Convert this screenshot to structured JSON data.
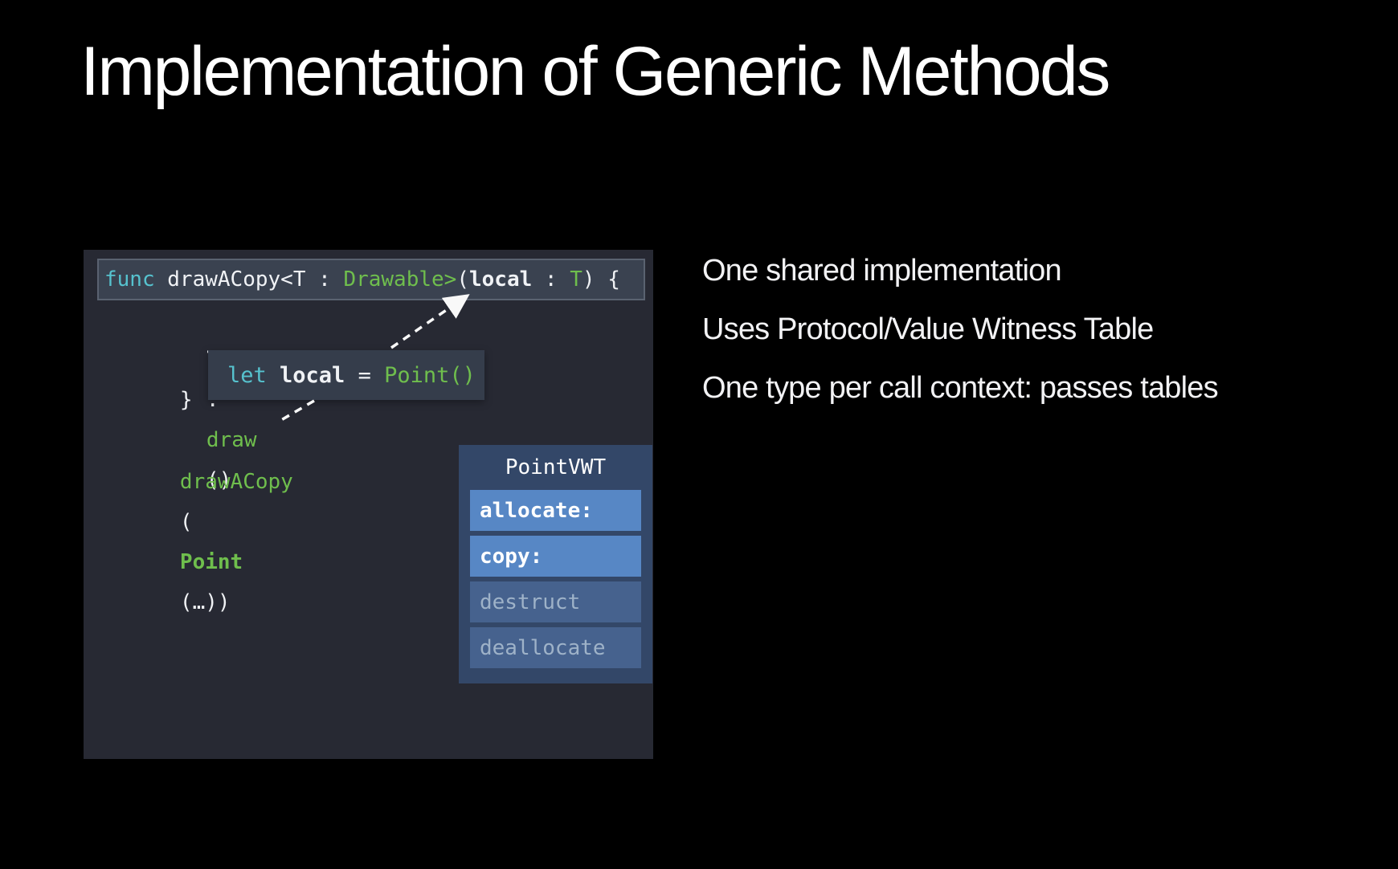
{
  "slide": {
    "title": "Implementation of Generic Methods"
  },
  "code": {
    "signature": {
      "kw": "func ",
      "name": "drawACopy<T : ",
      "proto": "Drawable>",
      "p1": "(",
      "param": "local",
      "p2": " : ",
      "ptype": "T",
      "p3": ") {"
    },
    "body": {
      "recv": "local",
      "dot": ".",
      "method": "draw",
      "parens": "()"
    },
    "close_brace": "}",
    "callout": {
      "kw": "let ",
      "var": "local",
      "eq": " = ",
      "ctor": "Point()"
    },
    "call": {
      "fn": "drawACopy",
      "p1": "(",
      "type": "Point",
      "rest": "(…))"
    }
  },
  "vwt": {
    "title": "PointVWT",
    "rows": [
      {
        "label": "allocate:",
        "state": "active"
      },
      {
        "label": "copy:",
        "state": "active"
      },
      {
        "label": "destruct",
        "state": "inactive"
      },
      {
        "label": "deallocate",
        "state": "inactive"
      }
    ]
  },
  "bullets": {
    "items": [
      "One shared implementation",
      "Uses Protocol/Value Witness Table",
      "One type per call context: passes tables"
    ]
  },
  "colors": {
    "background": "#000000",
    "keyword_teal": "#56C2CE",
    "type_green": "#6FBE4D",
    "code_text": "#F0F2F5",
    "code_panel_bg": "#272933",
    "highlight_line_bg": "#3A4250",
    "highlight_line_border": "#5A6270",
    "callout_bg": "#353D4B",
    "table_bg": "#334768",
    "row_active_bg": "#5787C5",
    "row_inactive_bg": "#46628E",
    "row_inactive_text": "#9EB2C8",
    "arrow": "#F8F8F8"
  }
}
